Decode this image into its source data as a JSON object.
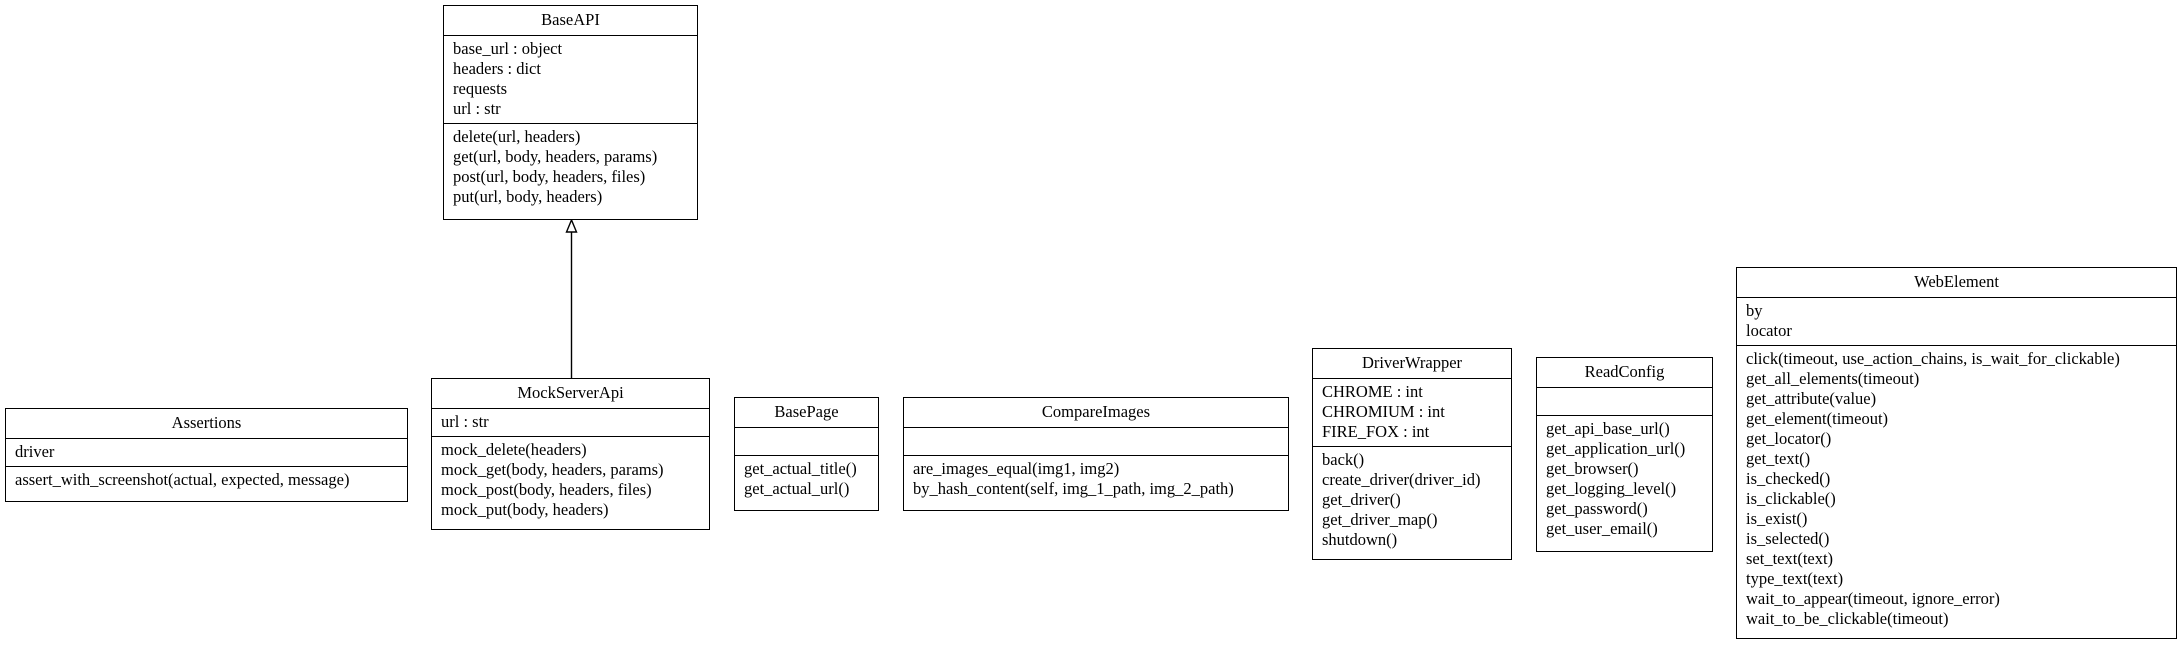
{
  "diagram": {
    "classes": [
      {
        "id": "baseapi",
        "name": "BaseAPI",
        "attributes": [
          "base_url : object",
          "headers : dict",
          "requests",
          "url : str"
        ],
        "methods": [
          "delete(url, headers)",
          "get(url, body, headers, params)",
          "post(url, body, headers, files)",
          "put(url, body, headers)"
        ]
      },
      {
        "id": "assertions",
        "name": "Assertions",
        "attributes": [
          "driver"
        ],
        "methods": [
          "assert_with_screenshot(actual, expected, message)"
        ]
      },
      {
        "id": "mockserverapi",
        "name": "MockServerApi",
        "attributes": [
          "url : str"
        ],
        "methods": [
          "mock_delete(headers)",
          "mock_get(body, headers, params)",
          "mock_post(body, headers, files)",
          "mock_put(body, headers)"
        ]
      },
      {
        "id": "basepage",
        "name": "BasePage",
        "attributes": [],
        "methods": [
          "get_actual_title()",
          "get_actual_url()"
        ]
      },
      {
        "id": "compareimages",
        "name": "CompareImages",
        "attributes": [],
        "methods": [
          "are_images_equal(img1, img2)",
          "by_hash_content(self, img_1_path, img_2_path)"
        ]
      },
      {
        "id": "driverwrapper",
        "name": "DriverWrapper",
        "attributes": [
          "CHROME : int",
          "CHROMIUM : int",
          "FIRE_FOX : int"
        ],
        "methods": [
          "back()",
          "create_driver(driver_id)",
          "get_driver()",
          "get_driver_map()",
          "shutdown()"
        ]
      },
      {
        "id": "readconfig",
        "name": "ReadConfig",
        "attributes": [],
        "methods": [
          "get_api_base_url()",
          "get_application_url()",
          "get_browser()",
          "get_logging_level()",
          "get_password()",
          "get_user_email()"
        ]
      },
      {
        "id": "webelement",
        "name": "WebElement",
        "attributes": [
          "by",
          "locator"
        ],
        "methods": [
          "click(timeout, use_action_chains, is_wait_for_clickable)",
          "get_all_elements(timeout)",
          "get_attribute(value)",
          "get_element(timeout)",
          "get_locator()",
          "get_text()",
          "is_checked()",
          "is_clickable()",
          "is_exist()",
          "is_selected()",
          "set_text(text)",
          "type_text(text)",
          "wait_to_appear(timeout, ignore_error)",
          "wait_to_be_clickable(timeout)"
        ]
      }
    ],
    "relations": [
      {
        "type": "inheritance",
        "from": "mockserverapi",
        "to": "baseapi"
      }
    ],
    "colors": {
      "stroke": "#000000",
      "fill": "#ffffff",
      "text": "#000000"
    }
  }
}
